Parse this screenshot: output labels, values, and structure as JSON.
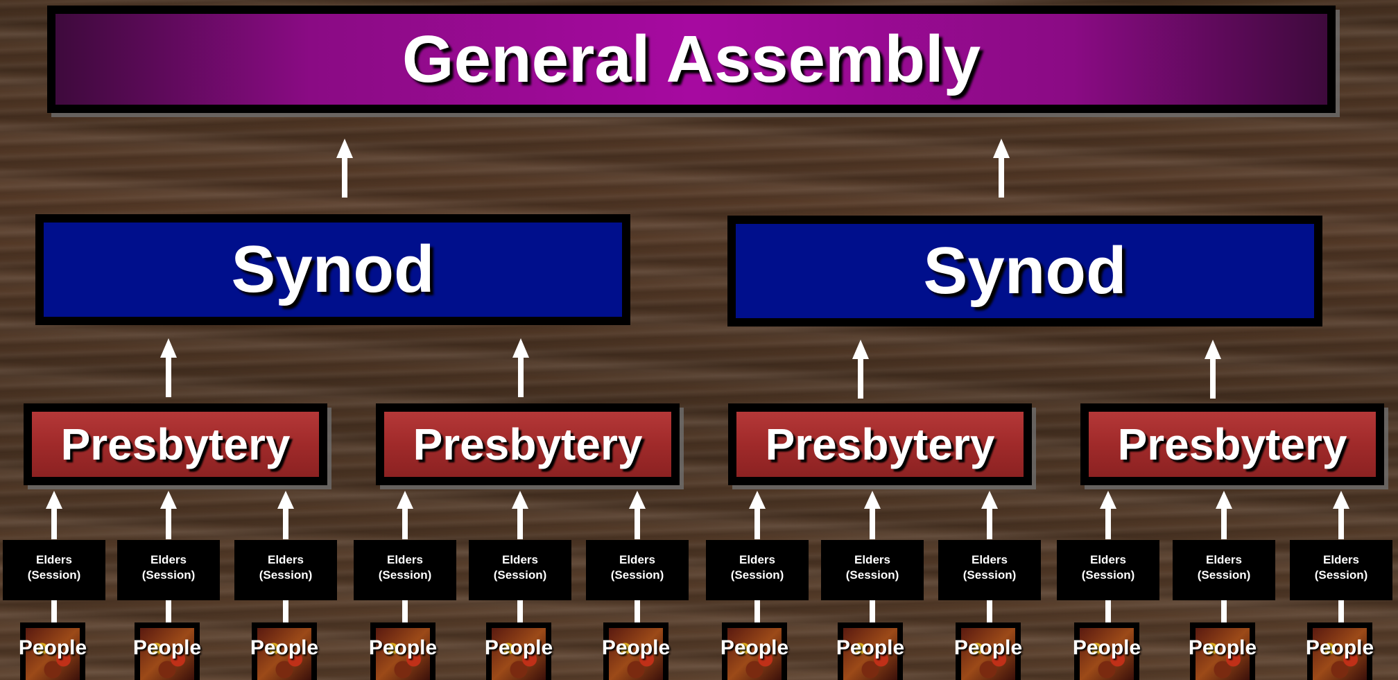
{
  "general_assembly": {
    "label": "General Assembly"
  },
  "synods": [
    {
      "label": "Synod"
    },
    {
      "label": "Synod"
    }
  ],
  "presbyteries": [
    {
      "label": "Presbytery"
    },
    {
      "label": "Presbytery"
    },
    {
      "label": "Presbytery"
    },
    {
      "label": "Presbytery"
    }
  ],
  "elders": [
    {
      "line1": "Elders",
      "line2": "(Session)"
    },
    {
      "line1": "Elders",
      "line2": "(Session)"
    },
    {
      "line1": "Elders",
      "line2": "(Session)"
    },
    {
      "line1": "Elders",
      "line2": "(Session)"
    },
    {
      "line1": "Elders",
      "line2": "(Session)"
    },
    {
      "line1": "Elders",
      "line2": "(Session)"
    },
    {
      "line1": "Elders",
      "line2": "(Session)"
    },
    {
      "line1": "Elders",
      "line2": "(Session)"
    },
    {
      "line1": "Elders",
      "line2": "(Session)"
    },
    {
      "line1": "Elders",
      "line2": "(Session)"
    },
    {
      "line1": "Elders",
      "line2": "(Session)"
    },
    {
      "line1": "Elders",
      "line2": "(Session)"
    }
  ],
  "people": [
    {
      "label": "People"
    },
    {
      "label": "People"
    },
    {
      "label": "People"
    },
    {
      "label": "People"
    },
    {
      "label": "People"
    },
    {
      "label": "People"
    },
    {
      "label": "People"
    },
    {
      "label": "People"
    },
    {
      "label": "People"
    },
    {
      "label": "People"
    },
    {
      "label": "People"
    },
    {
      "label": "People"
    }
  ],
  "colors": {
    "general_assembly": "#a60aa0",
    "synod": "#000f8c",
    "presbytery": "#a02a2a",
    "box_border": "#000000",
    "arrow": "#ffffff"
  },
  "icons": {
    "arrow": "up-arrow-icon"
  }
}
